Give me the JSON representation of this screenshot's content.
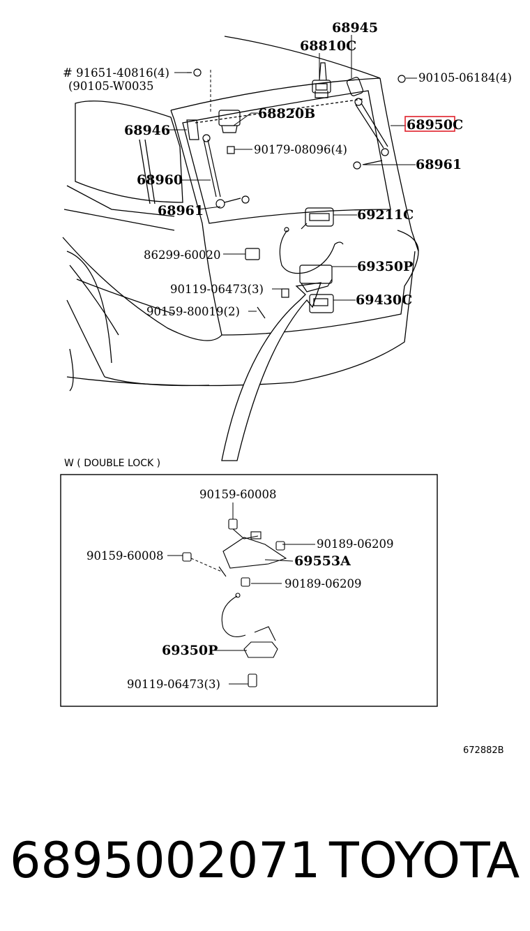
{
  "callouts": {
    "p68945": "68945",
    "p68810c": "68810C",
    "p91651": "# 91651-40816(4)",
    "p90105w": "(90105-W0035",
    "p90105_06184": "90105-06184(4)",
    "p68820b": "68820B",
    "p68946": "68946",
    "p68950c": "68950C",
    "p90179": "90179-08096(4)",
    "p68961_right": "68961",
    "p68960": "68960",
    "p68961_left": "68961",
    "p69211c": "69211C",
    "p86299": "86299-60020",
    "p69350p_top": "69350P",
    "p90119_top": "90119-06473(3)",
    "p69430c": "69430C",
    "p90159_80019": "90159-80019(2)"
  },
  "inset": {
    "title": "W ( DOUBLE   LOCK )",
    "p90159_a": "90159-60008",
    "p90189_a": "90189-06209",
    "p90159_b": "90159-60008",
    "p69553a": "69553A",
    "p90189_b": "90189-06209",
    "p69350p": "69350P",
    "p90119": "90119-06473(3)"
  },
  "diagram_code": "672882B",
  "highlighted_part": "68950C",
  "highlight_color": "#e0202a",
  "footer": {
    "part_number": "6895002071",
    "brand": "TOYOTA"
  }
}
